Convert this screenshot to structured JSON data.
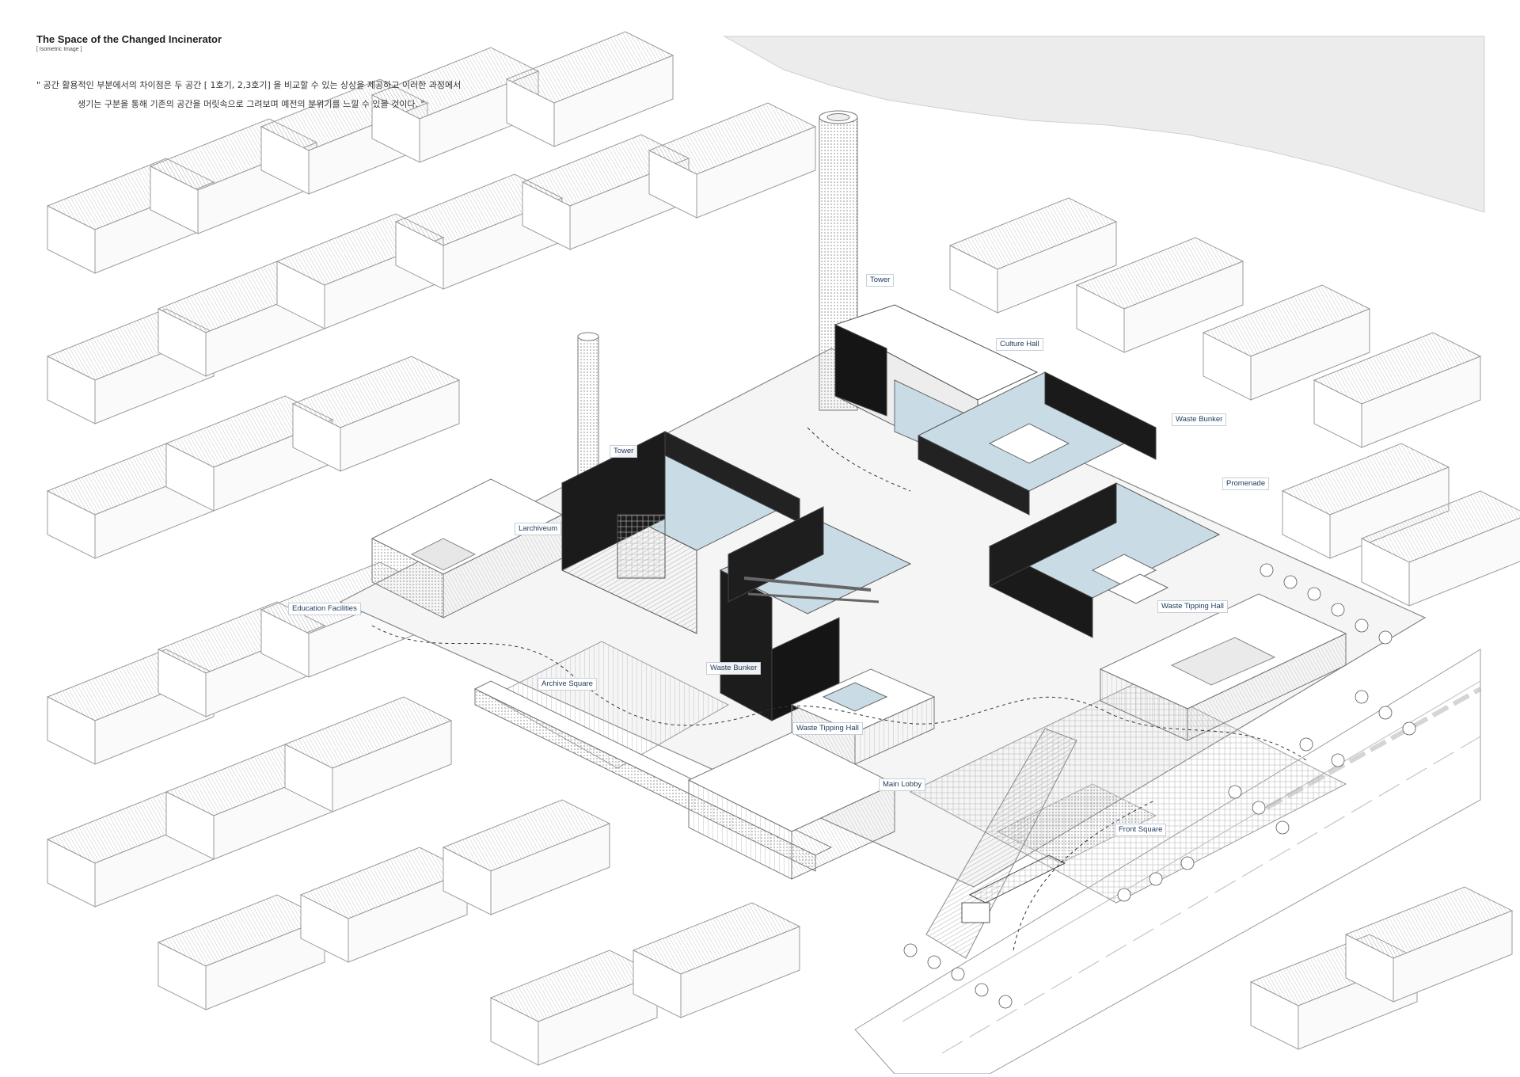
{
  "header": {
    "title": "The Space of the Changed Incinerator",
    "subtitle": "[ Isometric Image ]",
    "description_line1": "\" 공간 활용적인 부분에서의 차이점은 두 공간 [ 1호기, 2,3호기] 을 비교할 수 있는 상상을 제공하고 이러한 과정에서",
    "description_line2": "생기는 구분을 통해 기존의 공간을 머릿속으로 그려보며 예전의 분위기를 느낄 수 있을 것이다. \""
  },
  "labels": {
    "tower_main": "Tower",
    "culture_hall": "Culture Hall",
    "waste_bunker_right": "Waste Bunker",
    "tower_left": "Tower",
    "promenade": "Promenade",
    "larchiveum": "Larchiveum",
    "waste_tipping_hall_right": "Waste Tipping Hall",
    "education_facilities": "Education Facilities",
    "waste_bunker_center": "Waste Bunker",
    "archive_square": "Archive Square",
    "waste_tipping_hall_center": "Waste Tipping Hall",
    "main_lobby": "Main Lobby",
    "front_square": "Front Square"
  },
  "colors": {
    "line": "#7a7a7a",
    "dark_volume": "#161616",
    "floor_blue": "#c9dce6",
    "wall_gray": "#dadada",
    "label_text": "#1f3a5c",
    "water": "#e8e8e8"
  }
}
